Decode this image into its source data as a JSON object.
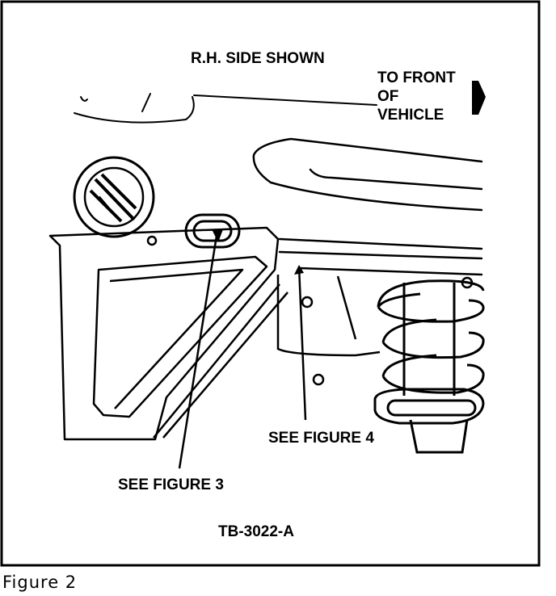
{
  "figure": {
    "side_label": "R.H. SIDE SHOWN",
    "direction_label": [
      "TO FRONT",
      "OF",
      "VEHICLE"
    ],
    "callout_figure_4": "SEE FIGURE 4",
    "callout_figure_3": "SEE FIGURE 3",
    "part_number": "TB-3022-A",
    "direction_arrow_icon": "right-arrow-icon"
  },
  "caption": "Figure 2"
}
